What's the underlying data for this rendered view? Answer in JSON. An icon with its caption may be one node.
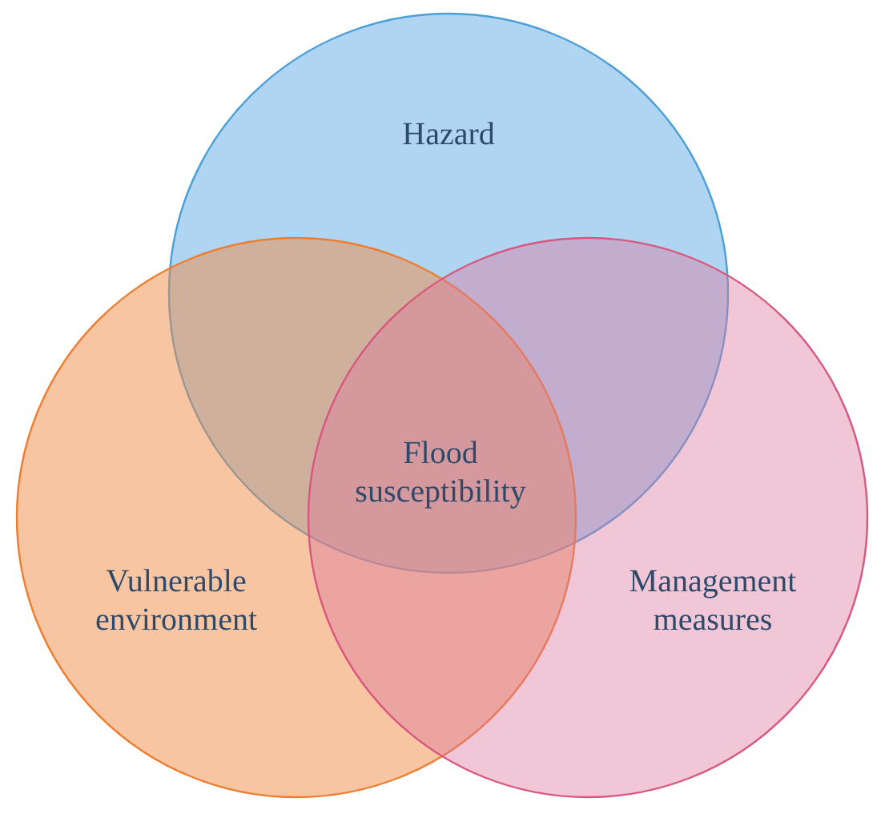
{
  "diagram": {
    "nodes": [
      {
        "text": [
          "Hazard"
        ]
      },
      {
        "text": [
          "Vulnerable environment"
        ]
      },
      {
        "text": [
          "Management measures"
        ]
      }
    ],
    "labels": [
      "Flood susceptibility"
    ]
  }
}
